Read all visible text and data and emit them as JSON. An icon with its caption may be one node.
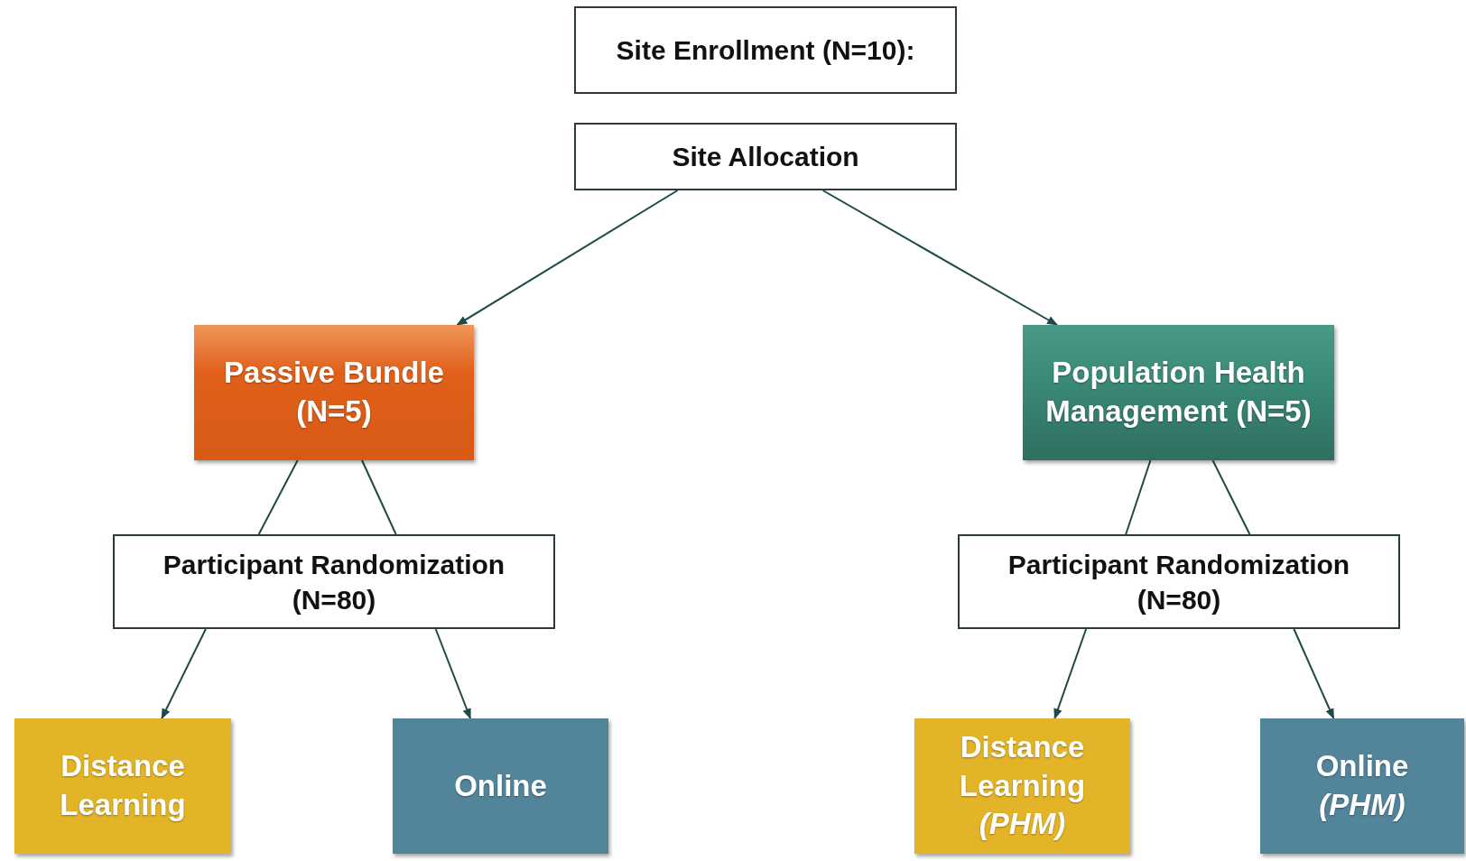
{
  "diagram": {
    "nodes": [
      {
        "text": [
          "Site Enrollment (N=10):"
        ]
      },
      {
        "text": [
          "Site Allocation"
        ]
      },
      {
        "text": [
          "Passive Bundle (N=5)"
        ]
      },
      {
        "text": [
          "Population Health Management (N=5)"
        ]
      },
      {
        "text": [
          "Participant Randomization (N=80)"
        ]
      },
      {
        "text": [
          "Participant Randomization (N=80)"
        ]
      },
      {
        "text": [
          "Distance Learning"
        ]
      },
      {
        "text": [
          "Online"
        ]
      },
      {
        "text": [
          "Distance Learning *(PHM)*"
        ]
      },
      {
        "text": [
          "Online *(PHM)*"
        ]
      }
    ],
    "edges": [
      {
        "from": 1,
        "to": 2,
        "arrow": "to"
      },
      {
        "from": 1,
        "to": 3,
        "arrow": "to"
      },
      {
        "from": 2,
        "to": 4,
        "arrow": "none"
      },
      {
        "from": 2,
        "to": 4,
        "arrow": "none"
      },
      {
        "from": 3,
        "to": 5,
        "arrow": "none"
      },
      {
        "from": 3,
        "to": 5,
        "arrow": "none"
      },
      {
        "from": 4,
        "to": 6,
        "arrow": "to"
      },
      {
        "from": 4,
        "to": 7,
        "arrow": "to"
      },
      {
        "from": 5,
        "to": 8,
        "arrow": "to"
      },
      {
        "from": 5,
        "to": 9,
        "arrow": "to"
      }
    ]
  }
}
